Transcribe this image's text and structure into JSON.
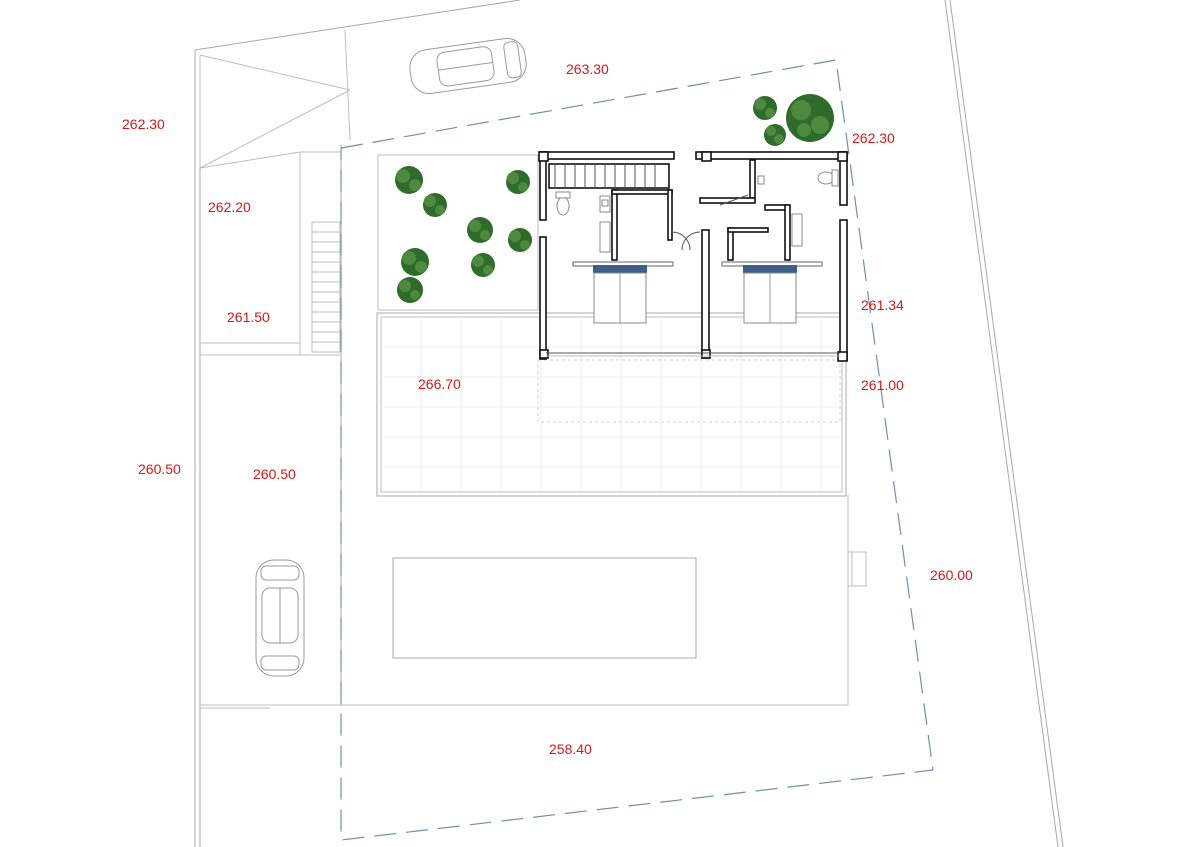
{
  "elevations": [
    {
      "id": "elev-263-30",
      "text": "263.30"
    },
    {
      "id": "elev-262-30-left",
      "text": "262.30"
    },
    {
      "id": "elev-262-30-right",
      "text": "262.30"
    },
    {
      "id": "elev-262-20",
      "text": "262.20"
    },
    {
      "id": "elev-261-50",
      "text": "261.50"
    },
    {
      "id": "elev-261-34",
      "text": "261.34"
    },
    {
      "id": "elev-266-70",
      "text": "266.70"
    },
    {
      "id": "elev-261-00",
      "text": "261.00"
    },
    {
      "id": "elev-260-50-outer",
      "text": "260.50"
    },
    {
      "id": "elev-260-50-inner",
      "text": "260.50"
    },
    {
      "id": "elev-260-00",
      "text": "260.00"
    },
    {
      "id": "elev-258-40",
      "text": "258.40"
    }
  ],
  "colors": {
    "elevation_text": "#d11a1a",
    "boundary_dashed": "#6f8fae",
    "vegetation": "#2f6b2a",
    "pillows": "#3e5f86"
  }
}
